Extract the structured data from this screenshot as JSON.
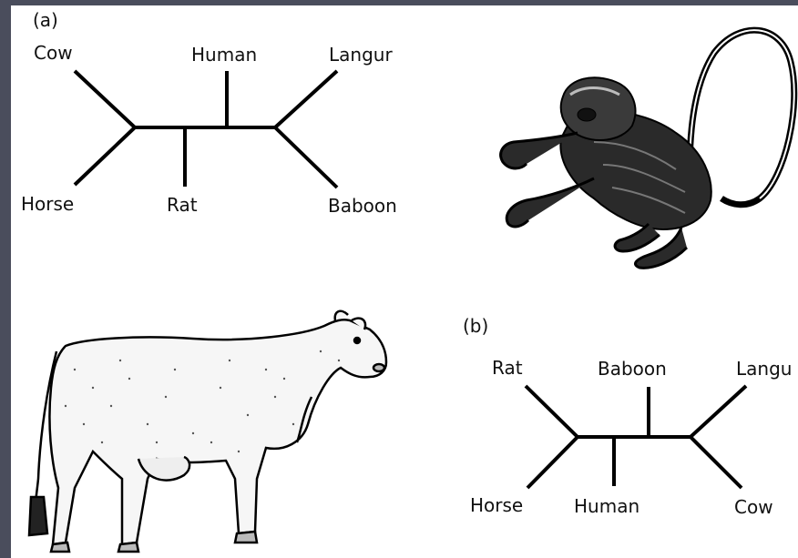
{
  "panel_a": {
    "panel_label": "(a)",
    "taxa": {
      "cow": "Cow",
      "human": "Human",
      "langur": "Langur",
      "horse": "Horse",
      "rat": "Rat",
      "baboon": "Baboon"
    }
  },
  "panel_b": {
    "panel_label": "(b)",
    "taxa": {
      "rat": "Rat",
      "baboon": "Baboon",
      "langur": "Langu",
      "horse": "Horse",
      "human": "Human",
      "cow": "Cow"
    }
  },
  "illustrations": {
    "monkey": "langur-monkey-drawing",
    "cow": "cow-drawing"
  }
}
